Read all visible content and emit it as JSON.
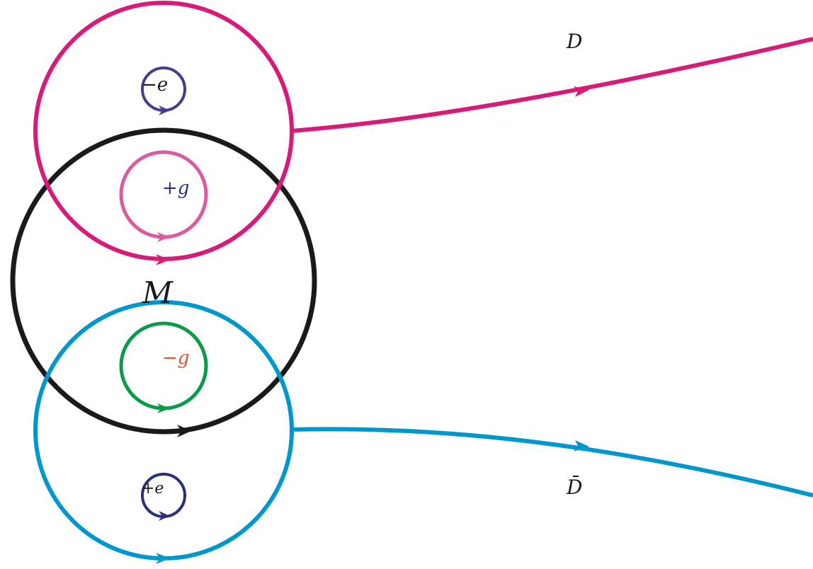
{
  "labels": {
    "D": "D",
    "D_bar": "D̄",
    "M": "M",
    "minus_e": "−e",
    "plus_e": "+e",
    "plus_g": "+g",
    "minus_g": "−g"
  },
  "colors": {
    "background": "#ffffff",
    "D_loop": "#d81b78",
    "D_bar_loop": "#0098cc",
    "M_loop": "#1a1a1a",
    "minus_e_loop": "#4a3a8c",
    "plus_e_loop": "#2a2f7a",
    "plus_g_loop": "#dc5aa0",
    "minus_g_loop": "#0a9a4a",
    "plus_g_text": "#2a2f7a",
    "minus_g_text": "#e0552a",
    "text": "#1a1a1a"
  }
}
